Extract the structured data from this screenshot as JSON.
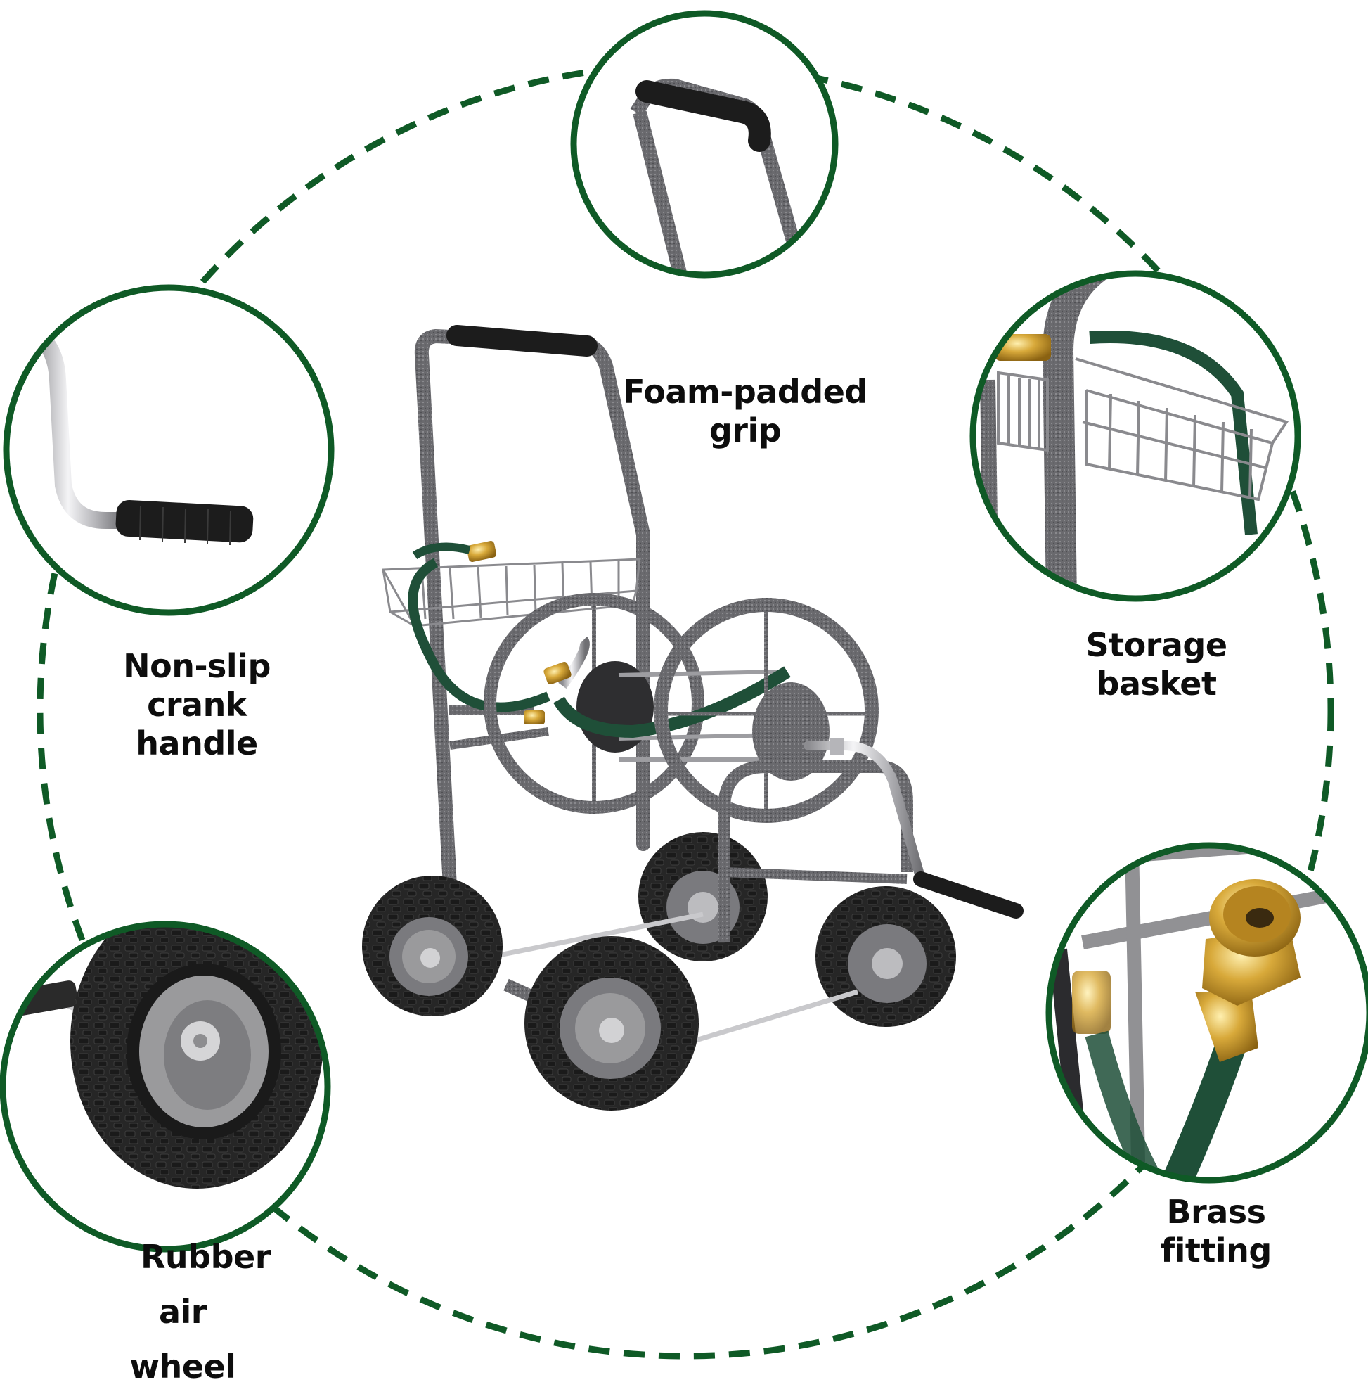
{
  "colors": {
    "accent_green": "#0f5a26",
    "frame_gray": "#5f5f63",
    "tire_black": "#222222",
    "hub_gray": "#9a9a9c",
    "hose_green": "#1f4f38",
    "brass": "#d4a52a",
    "grip_black": "#1c1c1c",
    "text": "#0d0d0d",
    "background": "#ffffff"
  },
  "product": {
    "name_icon": "hose-reel-cart-icon"
  },
  "features": [
    {
      "id": "grip",
      "line1": "Foam-padded",
      "line2": "grip",
      "icon": "foam-grip-icon"
    },
    {
      "id": "crank",
      "line1": "Non-slip",
      "line2": "crank handle",
      "icon": "crank-handle-icon"
    },
    {
      "id": "basket",
      "line1": "Storage basket",
      "line2": "",
      "icon": "storage-basket-icon"
    },
    {
      "id": "wheel",
      "line1": "Rubber",
      "line2": "air wheel",
      "icon": "air-wheel-icon"
    },
    {
      "id": "brass",
      "line1": "Brass fitting",
      "line2": "",
      "icon": "brass-fitting-icon"
    }
  ]
}
